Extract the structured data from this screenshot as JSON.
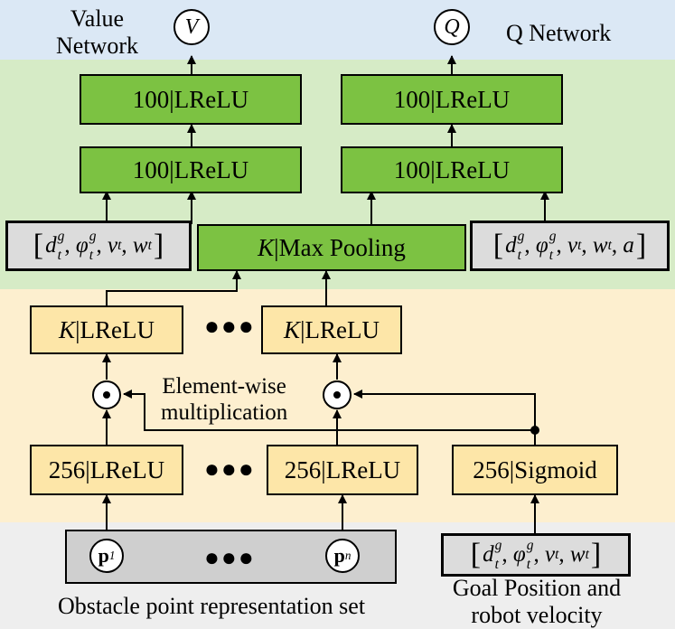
{
  "value_network": {
    "label_line1": "Value",
    "label_line2": "Network",
    "output": "V"
  },
  "q_network": {
    "label": "Q Network",
    "output": "Q"
  },
  "layers": {
    "value_fc2": "100|LReLU",
    "value_fc1": "100|LReLU",
    "q_fc2": "100|LReLU",
    "q_fc1": "100|LReLU",
    "max_pooling_prefix": "K",
    "max_pooling_rest": "|Max Pooling",
    "lrelu_k_left_prefix": "K",
    "lrelu_k_left_rest": "|LReLU",
    "lrelu_k_right_prefix": "K",
    "lrelu_k_right_rest": "|LReLU",
    "lrelu_256_left": "256|LReLU",
    "lrelu_256_right": "256|LReLU",
    "sigmoid_256": "256|Sigmoid"
  },
  "inputs": {
    "value_state": {
      "d": "d",
      "sub": "t",
      "sup": "g",
      "phi": "φ",
      "v": "v",
      "w": "w"
    },
    "q_state": {
      "d": "d",
      "sub": "t",
      "sup": "g",
      "phi": "φ",
      "v": "v",
      "w": "w",
      "a": "a"
    },
    "goal_state": {
      "d": "d",
      "sub": "t",
      "sup": "g",
      "phi": "φ",
      "v": "v",
      "w": "w"
    }
  },
  "points": {
    "first": "p",
    "first_sub": "1",
    "last": "p",
    "last_sub": "n"
  },
  "ellipsis": "●●●",
  "labels": {
    "element_wise_line1": "Element-wise",
    "element_wise_line2": "multiplication",
    "obstacle_set": "Obstacle point representation set",
    "goal_line1": "Goal Position and",
    "goal_line2": "robot velocity"
  },
  "colors": {
    "value_band": "#dbe8f5",
    "network_band": "#d6ebc6",
    "feature_band": "#fdefcf",
    "input_band": "#eeeeee",
    "green_layer": "#7cc242",
    "yellow_layer": "#fde6a8",
    "input_box": "#dcdcdc"
  }
}
